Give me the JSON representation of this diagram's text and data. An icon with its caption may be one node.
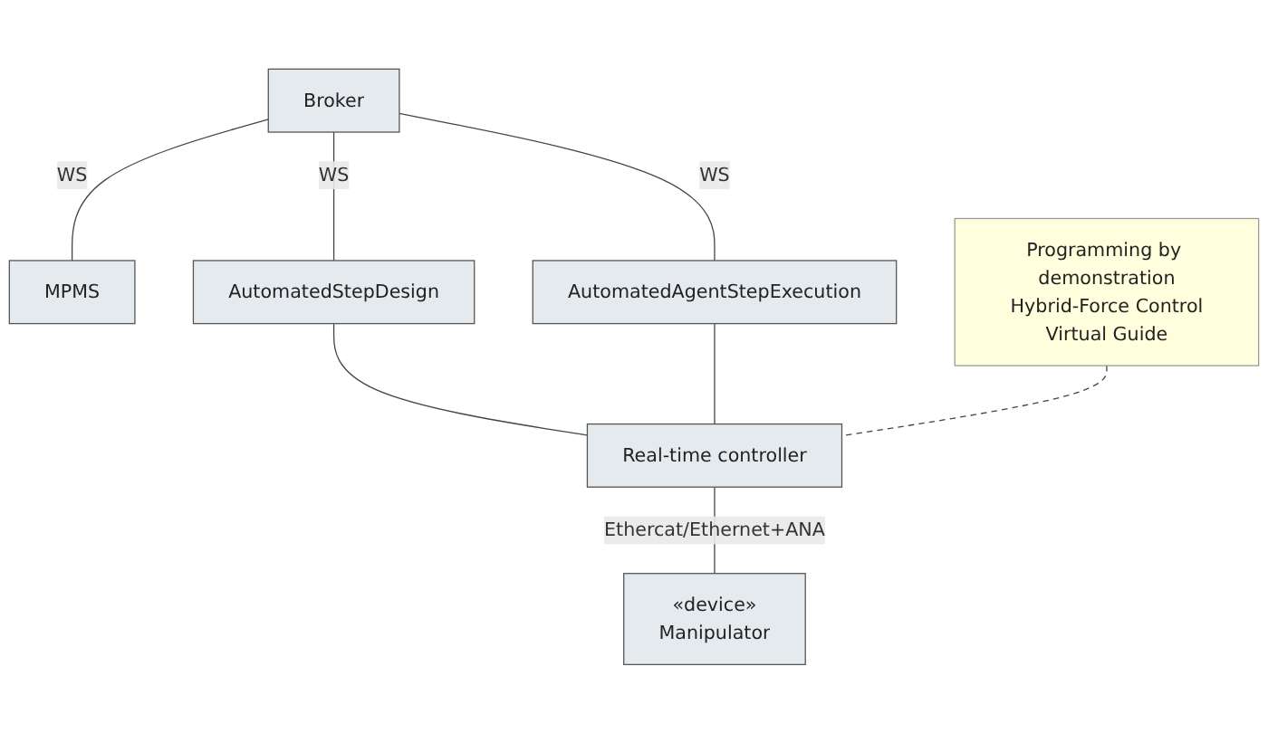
{
  "diagram": {
    "nodes": [
      {
        "text": [
          "Broker"
        ]
      },
      {
        "text": [
          "MPMS"
        ]
      },
      {
        "text": [
          "AutomatedStepDesign"
        ]
      },
      {
        "text": [
          "AutomatedAgentStepExecution"
        ]
      },
      {
        "text": [
          "Programming by demonstration",
          "Hybrid-Force Control",
          "Virtual Guide"
        ]
      },
      {
        "text": [
          "Real-time controller"
        ]
      },
      {
        "text": [
          "«device»",
          "Manipulator"
        ]
      }
    ],
    "edges": [
      {
        "from": 0,
        "to": 2,
        "arrow": "none",
        "label": "WS"
      },
      {
        "from": 0,
        "to": 3,
        "arrow": "none",
        "label": "WS"
      },
      {
        "from": 0,
        "to": 1,
        "arrow": "none",
        "label": "WS"
      },
      {
        "from": 2,
        "to": 5,
        "arrow": "none"
      },
      {
        "from": 3,
        "to": 5,
        "arrow": "none"
      },
      {
        "from": 4,
        "to": 5,
        "arrow": "none",
        "style": "dashed"
      },
      {
        "from": 5,
        "to": 6,
        "arrow": "none",
        "label": "Ethercat/Ethernet+ANA"
      }
    ]
  }
}
